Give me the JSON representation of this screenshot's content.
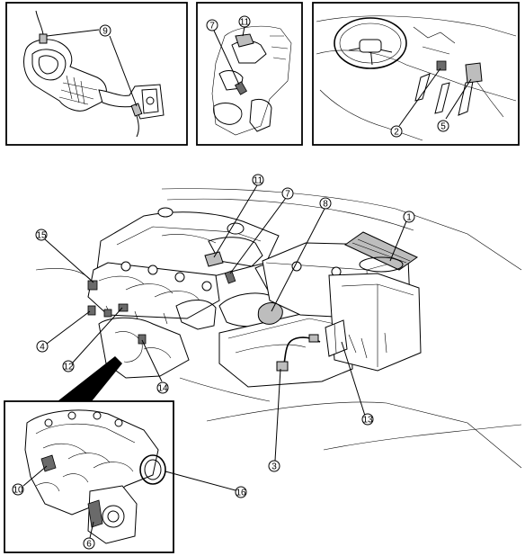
{
  "callouts": [
    {
      "id": "c9",
      "label": "9"
    },
    {
      "id": "c11a",
      "label": "11"
    },
    {
      "id": "c7a",
      "label": "7"
    },
    {
      "id": "c2",
      "label": "2"
    },
    {
      "id": "c5",
      "label": "5"
    },
    {
      "id": "c11b",
      "label": "11"
    },
    {
      "id": "c7b",
      "label": "7"
    },
    {
      "id": "c8",
      "label": "8"
    },
    {
      "id": "c1",
      "label": "1"
    },
    {
      "id": "c15",
      "label": "15"
    },
    {
      "id": "c4",
      "label": "4"
    },
    {
      "id": "c12",
      "label": "12"
    },
    {
      "id": "c14",
      "label": "14"
    },
    {
      "id": "c13",
      "label": "13"
    },
    {
      "id": "c3",
      "label": "3"
    },
    {
      "id": "c10",
      "label": "10"
    },
    {
      "id": "c16",
      "label": "16"
    },
    {
      "id": "c6",
      "label": "6"
    }
  ]
}
